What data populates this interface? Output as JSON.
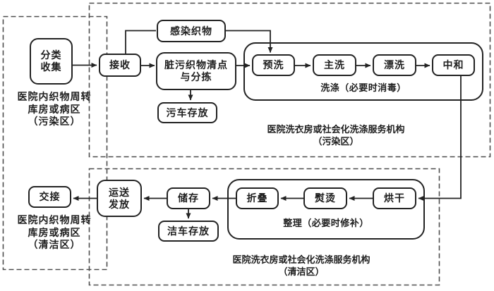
{
  "colors": {
    "line": "#232323",
    "dash": "#4e4e4e",
    "bg": "#ffffff",
    "text": "#1e1e1e"
  },
  "zones": {
    "hospital_dirty": {
      "line1": "医院内织物周转",
      "line2": "库房或病区",
      "line3": "（污染区）"
    },
    "hospital_clean": {
      "line1": "医院内织物周转",
      "line2": "库房或病区",
      "line3": "（清洁区）"
    },
    "laundry_dirty": {
      "line1": "医院洗衣房或社会化洗涤服务机构",
      "line2": "（污染区）"
    },
    "laundry_clean": {
      "line1": "医院洗衣房或社会化洗涤服务机构",
      "line2": "（清洁区）"
    }
  },
  "groups": {
    "washing": {
      "label": "洗涤（必要时消毒）"
    },
    "finishing": {
      "label": "整理（必要时修补）"
    }
  },
  "nodes": {
    "collect": "分类\n收集",
    "receive": "接收",
    "infected": "感染织物",
    "sort": "脏污织物清点\n与分拣",
    "dirty_cart": "污车存放",
    "prewash": "预洗",
    "main_wash": "主洗",
    "rinse": "漂洗",
    "neutralize": "中和",
    "dry": "烘干",
    "iron": "熨烫",
    "fold": "折叠",
    "store": "储存",
    "clean_cart": "洁车存放",
    "dispatch": "运送\n发放",
    "handover": "交接"
  }
}
